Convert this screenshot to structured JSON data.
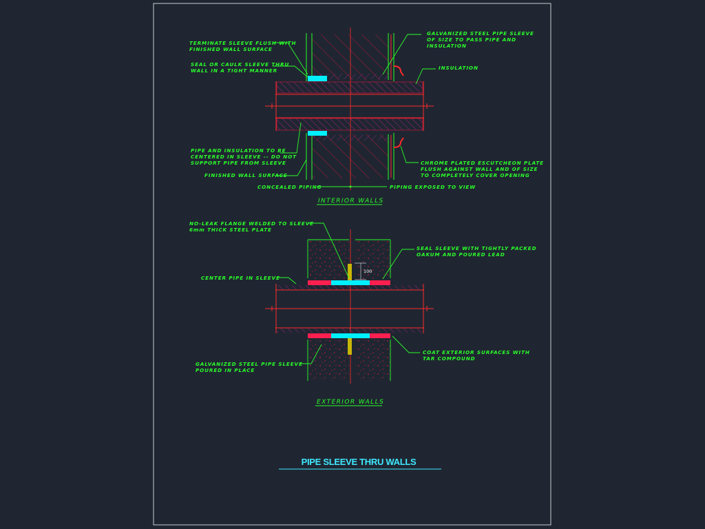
{
  "colors": {
    "background": "#1f2631",
    "border": "#c9cdd3",
    "note_text": "#2bff2b",
    "wall_line": "#ff2a2a",
    "hatch": "#b0183c",
    "insulation": "#9a2bd6",
    "sleeve": "#00f0ff",
    "flange": "#ff2050",
    "plate": "#e0d000",
    "escutcheon": "#ff2a2a",
    "title": "#3fe8ff"
  },
  "interior": {
    "notes": {
      "terminate_sleeve": [
        "TERMINATE SLEEVE FLUSH WITH",
        "FINISHED WALL SURFACE"
      ],
      "seal_caulk": [
        "SEAL OR CAULK SLEEVE THRU",
        "WALL IN A TIGHT MANNER"
      ],
      "pipe_centered": [
        "PIPE AND INSULATION TO BE",
        "CENTERED IN SLEEVE -- DO NOT",
        "SUPPORT PIPE FROM SLEEVE"
      ],
      "finished_wall": [
        "FINISHED WALL SURFACE"
      ],
      "galvanized_sleeve": [
        "GALVANIZED STEEL PIPE SLEEVE",
        "OF SIZE TO PASS PIPE AND",
        "INSULATION"
      ],
      "insulation": [
        "INSULATION"
      ],
      "chrome_plate": [
        "CHROME PLATED ESCUTCHEON PLATE",
        "FLUSH AGAINST WALL AND OF SIZE",
        "TO COMPLETELY COVER OPENING"
      ]
    },
    "concealed_piping": "CONCEALED PIPING",
    "piping_exposed": "PIPING EXPOSED TO VIEW",
    "subtitle": "INTERIOR WALLS"
  },
  "exterior": {
    "notes": {
      "no_leak_flange": [
        "NO-LEAK FLANGE WELDED TO SLEEVE",
        "6mm THICK STEEL PLATE"
      ],
      "center_pipe": [
        "CENTER PIPE IN SLEEVE"
      ],
      "galvanized_poured": [
        "GALVANIZED STEEL PIPE SLEEVE",
        "POURED IN PLACE"
      ],
      "seal_oakum": [
        "SEAL SLEEVE WITH TIGHTLY PACKED",
        "OAKUM AND POURED LEAD"
      ],
      "coat_exterior": [
        "COAT EXTERIOR SURFACES WITH",
        "TAR COMPOUND"
      ]
    },
    "dimension": "100",
    "subtitle": "EXTERIOR WALLS"
  },
  "title": "PIPE SLEEVE THRU WALLS"
}
